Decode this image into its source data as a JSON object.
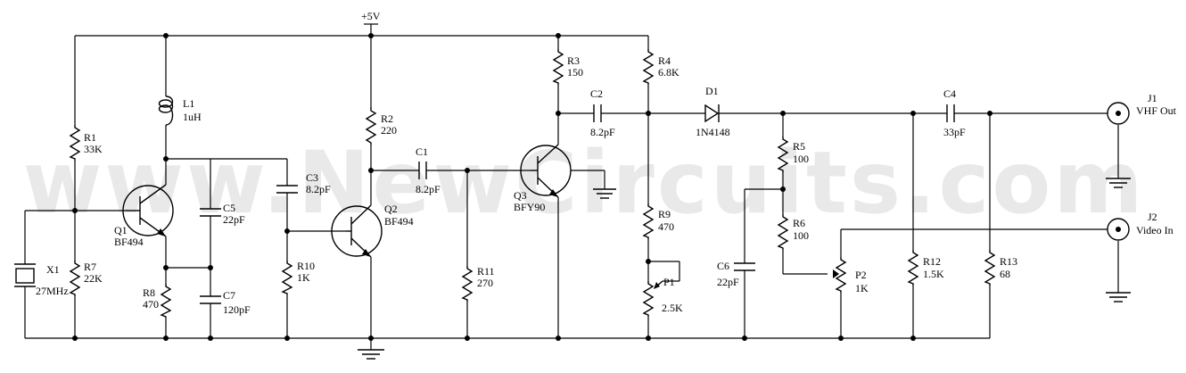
{
  "watermark": "www.NewCircuits.com",
  "supply": {
    "vcc": "+5V"
  },
  "components": {
    "R1": {
      "ref": "R1",
      "value": "33K"
    },
    "R2": {
      "ref": "R2",
      "value": "220"
    },
    "R3": {
      "ref": "R3",
      "value": "150"
    },
    "R4": {
      "ref": "R4",
      "value": "6.8K"
    },
    "R5": {
      "ref": "R5",
      "value": "100"
    },
    "R6": {
      "ref": "R6",
      "value": "100"
    },
    "R7": {
      "ref": "R7",
      "value": "22K"
    },
    "R8": {
      "ref": "R8",
      "value": "470"
    },
    "R9": {
      "ref": "R9",
      "value": "470"
    },
    "R10": {
      "ref": "R10",
      "value": "1K"
    },
    "R11": {
      "ref": "R11",
      "value": "270"
    },
    "R12": {
      "ref": "R12",
      "value": "1.5K"
    },
    "R13": {
      "ref": "R13",
      "value": "68"
    },
    "C1": {
      "ref": "C1",
      "value": "8.2pF"
    },
    "C2": {
      "ref": "C2",
      "value": "8.2pF"
    },
    "C3": {
      "ref": "C3",
      "value": "8.2pF"
    },
    "C4": {
      "ref": "C4",
      "value": "33pF"
    },
    "C5": {
      "ref": "C5",
      "value": "22pF"
    },
    "C6": {
      "ref": "C6",
      "value": "22pF"
    },
    "C7": {
      "ref": "C7",
      "value": "120pF"
    },
    "L1": {
      "ref": "L1",
      "value": "1uH"
    },
    "Q1": {
      "ref": "Q1",
      "value": "BF494"
    },
    "Q2": {
      "ref": "Q2",
      "value": "BF494"
    },
    "Q3": {
      "ref": "Q3",
      "value": "BFY90"
    },
    "D1": {
      "ref": "D1",
      "value": "1N4148"
    },
    "X1": {
      "ref": "X1",
      "value": "27MHz"
    },
    "P1": {
      "ref": "P1",
      "value": "2.5K"
    },
    "P2": {
      "ref": "P2",
      "value": "1K"
    },
    "J1": {
      "ref": "J1",
      "value": "VHF Out"
    },
    "J2": {
      "ref": "J2",
      "value": "Video In"
    }
  }
}
